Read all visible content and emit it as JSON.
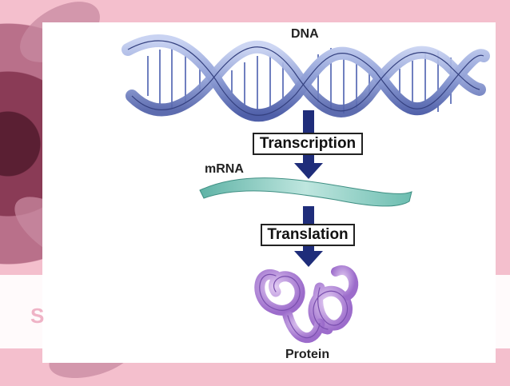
{
  "slide": {
    "partial_text": "S"
  },
  "diagram": {
    "dna_label": "DNA",
    "transcription_label": "Transcription",
    "mrna_label": "mRNA",
    "translation_label": "Translation",
    "protein_label": "Protein"
  },
  "colors": {
    "background_pink": "#f4bfcd",
    "dna_blue": "#8f9fd6",
    "arrow_navy": "#1f2d7a",
    "mrna_teal": "#7fc9be",
    "protein_purple": "#b48bd6"
  }
}
